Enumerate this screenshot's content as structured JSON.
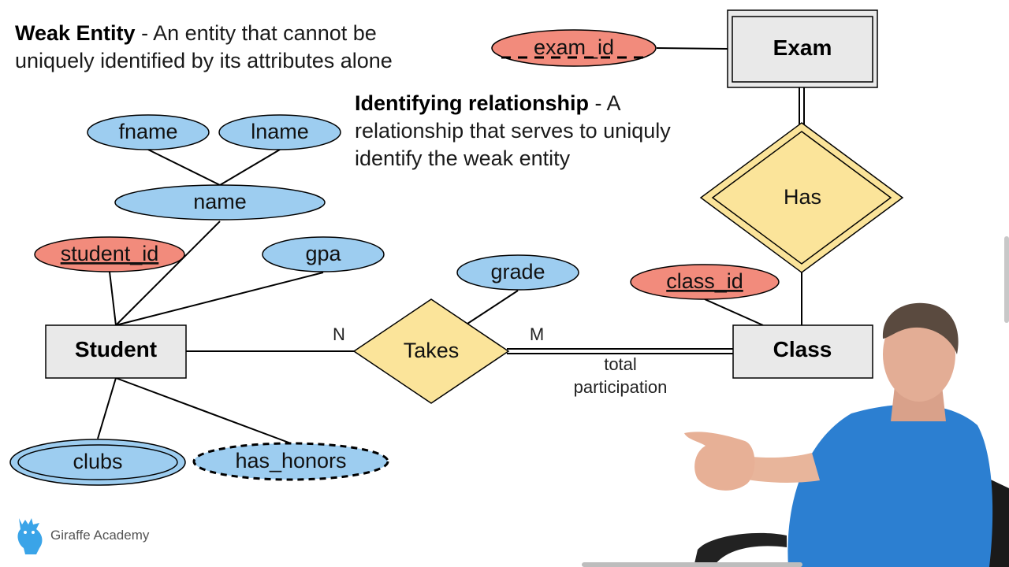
{
  "notes": {
    "weak_term": "Weak Entity",
    "weak_def": " - An entity that cannot be uniquely identified by its attributes alone",
    "ident_term": "Identifying relationship",
    "ident_def": " - A relationship that serves to uniquly identify the weak entity"
  },
  "entities": {
    "student": "Student",
    "class": "Class",
    "exam": "Exam"
  },
  "relationships": {
    "takes": "Takes",
    "has": "Has"
  },
  "attributes": {
    "fname": "fname",
    "lname": "lname",
    "name": "name",
    "student_id": "student_id",
    "gpa": "gpa",
    "grade": "grade",
    "class_id": "class_id",
    "exam_id": "exam_id",
    "clubs": "clubs",
    "has_honors": "has_honors"
  },
  "cardinality": {
    "n": "N",
    "m": "M",
    "participation_line1": "total",
    "participation_line2": "participation"
  },
  "brand": {
    "logo_text": "Giraffe Academy"
  },
  "colors": {
    "attribute_fill": "#9dcdf0",
    "key_fill": "#f28b7c",
    "entity_fill": "#e9e9e9",
    "relationship_fill": "#fbe49a",
    "outline": "#000000"
  }
}
